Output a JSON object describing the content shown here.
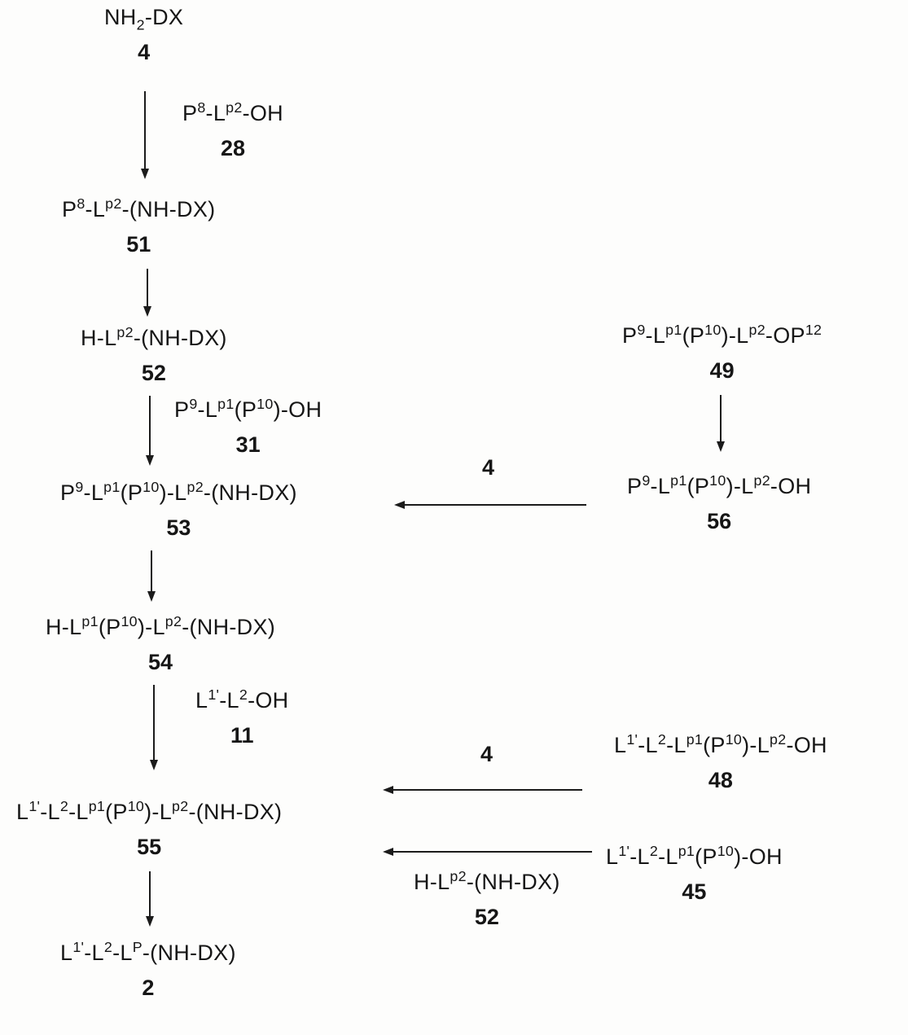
{
  "scheme": {
    "compounds": {
      "c4": {
        "formula": "NH_{2}-DX",
        "number": "4"
      },
      "c51": {
        "formula": "P^{8}-L^{p2}-(NH-DX)",
        "number": "51"
      },
      "c52": {
        "formula": "H-L^{p2}-(NH-DX)",
        "number": "52"
      },
      "c53": {
        "formula": "P^{9}-L^{p1}(P^{10})-L^{p2}-(NH-DX)",
        "number": "53"
      },
      "c54": {
        "formula": "H-L^{p1}(P^{10})-L^{p2}-(NH-DX)",
        "number": "54"
      },
      "c55": {
        "formula": "L^{1'}-L^{2}-L^{p1}(P^{10})-L^{p2}-(NH-DX)",
        "number": "55"
      },
      "c2": {
        "formula": "L^{1'}-L^{2}-L^{P}-(NH-DX)",
        "number": "2"
      },
      "c49": {
        "formula": "P^{9}-L^{p1}(P^{10})-L^{p2}-OP^{12}",
        "number": "49"
      },
      "c56": {
        "formula": "P^{9}-L^{p1}(P^{10})-L^{p2}-OH",
        "number": "56"
      },
      "c48": {
        "formula": "L^{1'}-L^{2}-L^{p1}(P^{10})-L^{p2}-OH",
        "number": "48"
      },
      "c45": {
        "formula": "L^{1'}-L^{2}-L^{p1}(P^{10})-OH",
        "number": "45"
      }
    },
    "reagents": {
      "r28": {
        "formula": "P^{8}-L^{p2}-OH",
        "number": "28"
      },
      "r31": {
        "formula": "P^{9}-L^{p1}(P^{10})-OH",
        "number": "31"
      },
      "r11": {
        "formula": "L^{1'}-L^{2}-OH",
        "number": "11"
      },
      "r52": {
        "formula": "H-L^{p2}-(NH-DX)",
        "number": "52"
      },
      "label4_upper": "4",
      "label4_lower": "4"
    },
    "arrows": [
      {
        "from": "4",
        "to": "51",
        "reagent": "28"
      },
      {
        "from": "51",
        "to": "52"
      },
      {
        "from": "52",
        "to": "53",
        "reagent": "31"
      },
      {
        "from": "53",
        "to": "54"
      },
      {
        "from": "54",
        "to": "55",
        "reagent": "11"
      },
      {
        "from": "55",
        "to": "2"
      },
      {
        "from": "49",
        "to": "56"
      },
      {
        "from": "56",
        "to": "53",
        "label": "4"
      },
      {
        "from": "48",
        "to": "55",
        "label": "4"
      },
      {
        "from": "45",
        "to": "55",
        "label": "52"
      }
    ]
  }
}
